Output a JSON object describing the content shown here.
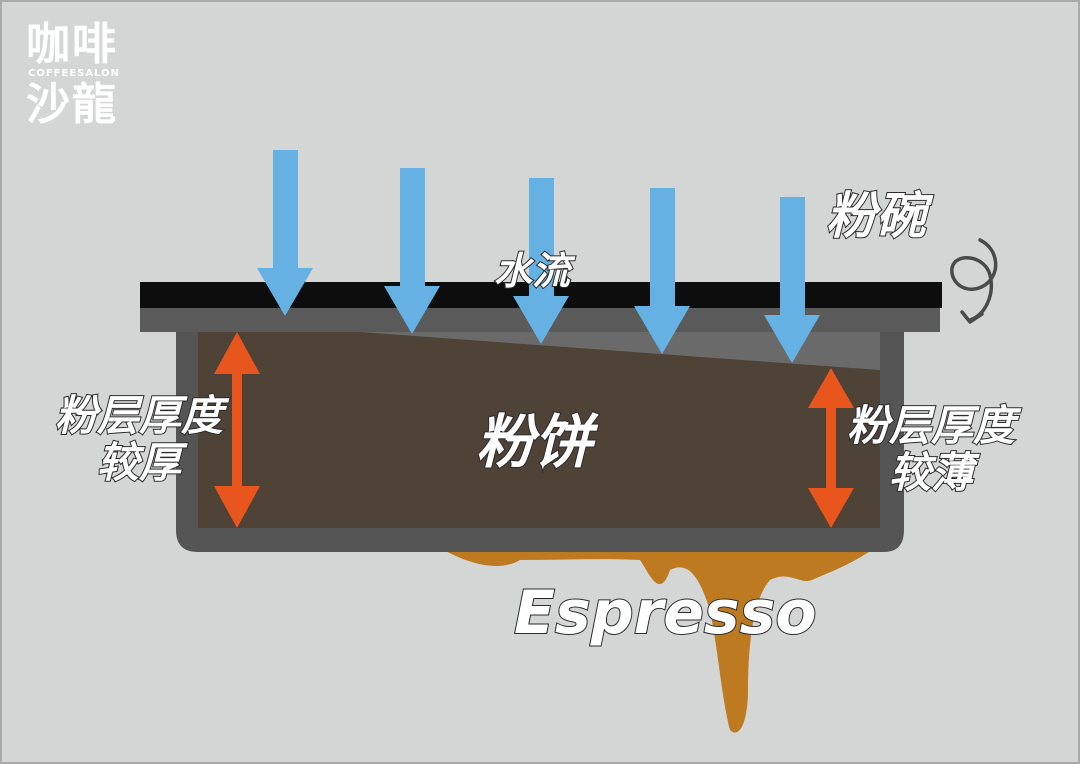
{
  "logo": {
    "top": "咖啡",
    "middle": "COFFEESALON",
    "bottom": "沙龍"
  },
  "labels": {
    "basket": "粉碗",
    "water_flow": "水流",
    "puck": "粉饼",
    "left_thickness_line1": "粉层厚度",
    "left_thickness_line2": "较厚",
    "right_thickness_line1": "粉层厚度",
    "right_thickness_line2": "较薄",
    "espresso": "Espresso"
  },
  "colors": {
    "background": "#d4d6d5",
    "lid": "#0d0d0d",
    "basket": "#555555",
    "puck": "#4f4236",
    "water_arrow": "#66b1e3",
    "thickness_arrow": "#e8551d",
    "espresso": "#bd7a21"
  },
  "icons": {
    "water_arrows": "down-arrow-icon",
    "thickness_arrows": "double-arrow-icon",
    "swirl": "swirl-icon"
  }
}
